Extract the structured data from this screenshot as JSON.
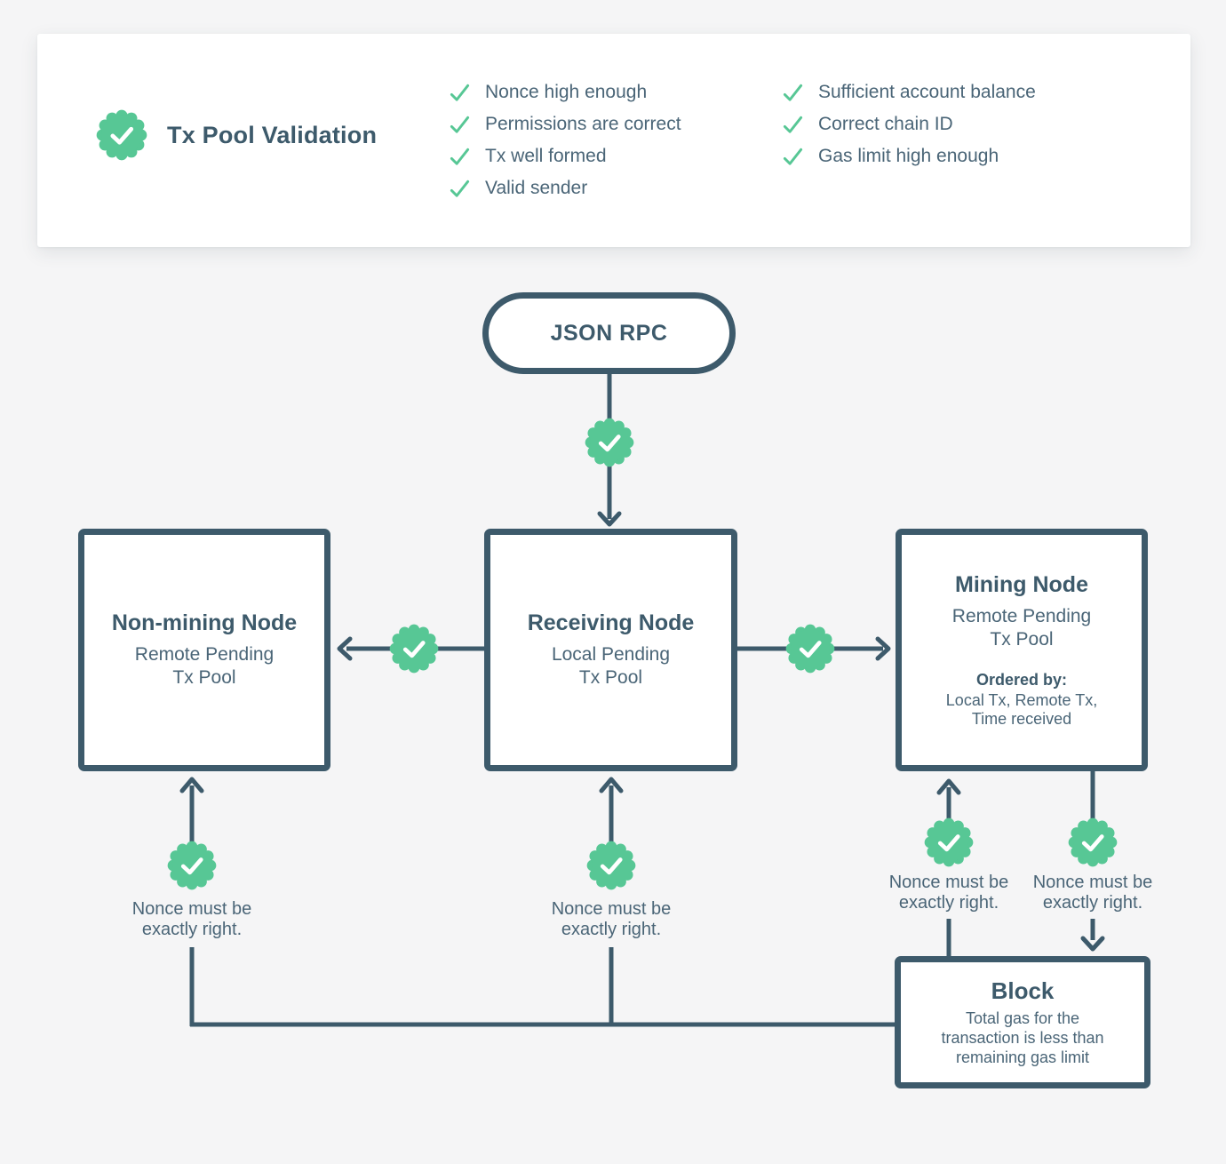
{
  "colors": {
    "slate": "#3d5a6b",
    "slate_light": "#4a6577",
    "green": "#57c795",
    "background": "#f5f5f6",
    "card_background": "#ffffff"
  },
  "legend": {
    "title": "Tx Pool Validation",
    "column1": [
      "Nonce high enough",
      "Permissions are correct",
      "Tx well formed",
      "Valid sender"
    ],
    "column2": [
      "Sufficient account balance",
      "Correct chain ID",
      "Gas limit high enough"
    ]
  },
  "flow": {
    "start": {
      "label": "JSON RPC"
    },
    "nodes": {
      "non_mining": {
        "title": "Non-mining Node",
        "subtitle_line1": "Remote Pending",
        "subtitle_line2": "Tx Pool"
      },
      "receiving": {
        "title": "Receiving Node",
        "subtitle_line1": "Local Pending",
        "subtitle_line2": "Tx Pool"
      },
      "mining": {
        "title": "Mining Node",
        "subtitle_line1": "Remote Pending",
        "subtitle_line2": "Tx Pool",
        "ordered_by_label": "Ordered by:",
        "ordered_by_line1": "Local Tx, Remote Tx,",
        "ordered_by_line2": "Time received"
      },
      "block": {
        "title": "Block",
        "body_line1": "Total gas for the",
        "body_line2": "transaction is less than",
        "body_line3": "remaining gas limit"
      }
    },
    "annotations": {
      "nonce_note_line1": "Nonce must be",
      "nonce_note_line2": "exactly right."
    }
  }
}
